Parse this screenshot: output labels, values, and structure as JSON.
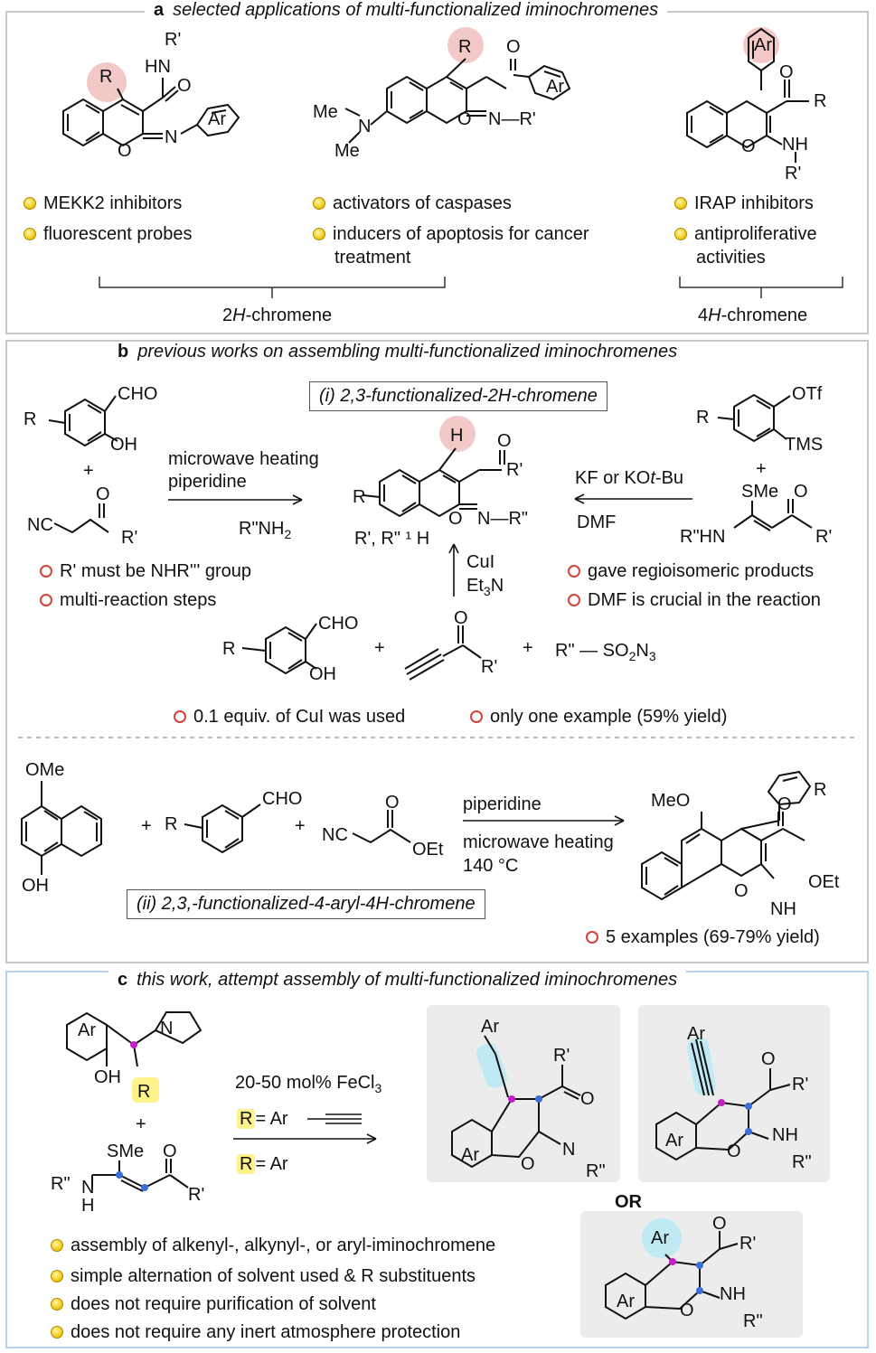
{
  "panel_a": {
    "letter": "a",
    "title": "selected applications of multi-functionalized iminochromenes",
    "col1": [
      "MEKK2 inhibitors",
      "fluorescent probes"
    ],
    "col2": [
      "activators of caspases",
      "inducers of apoptosis for cancer",
      "treatment"
    ],
    "col3": [
      "IRAP inhibitors",
      "antiproliferative",
      "activities"
    ],
    "bracket_left_prefix": "2",
    "bracket_left_italic": "H",
    "bracket_left_suffix": "-chromene",
    "bracket_right_prefix": "4",
    "bracket_right_italic": "H",
    "bracket_right_suffix": "-chromene"
  },
  "panel_b": {
    "letter": "b",
    "title": "previous works on assembling multi-functionalized iminochromenes",
    "box1": "(i) 2,3-functionalized-2H-chromene",
    "cond_left_1": "microwave heating",
    "cond_left_2": "piperidine",
    "cond_left_3": "R\"NH",
    "cond_left_3_sub": "2",
    "cond_right_1_pre": "KF or KO",
    "cond_right_1_it": "t",
    "cond_right_1_post": "-Bu",
    "cond_right_2": "DMF",
    "cond_mid_1": "CuI",
    "cond_mid_2": "Et",
    "cond_mid_2_sub": "3",
    "cond_mid_2_post": "N",
    "product_note": "R', R\" ¹ H",
    "left_notes": [
      "R' must be NHR''' group",
      "multi-reaction steps"
    ],
    "right_notes": [
      "gave regioisomeric products",
      "DMF is crucial in the reaction"
    ],
    "bottom_notes": [
      "0.1 equiv. of CuI was used",
      "only one example (59% yield)"
    ],
    "azide_pre": "R\"",
    "azide": "SO",
    "azide_sub1": "2",
    "azide_n": "N",
    "azide_sub2": "3",
    "box2": "(ii) 2,3,-functionalized-4-aryl-4H-chromene",
    "cond2_1": "piperidine",
    "cond2_2": "microwave heating",
    "cond2_3": "140 °C",
    "note2": "5 examples (69-79% yield)"
  },
  "panel_c": {
    "letter": "c",
    "title": "this work, attempt assembly of multi-functionalized iminochromenes",
    "cond": "20-50 mol% FeCl",
    "cond_sub": "3",
    "r_eq_1": "= Ar",
    "r_eq_2": "= Ar",
    "or_label": "OR",
    "notes": [
      "assembly of alkenyl-, alkynyl-, or aryl-iminochromene",
      "simple alternation of solvent used & R substituents",
      "does not require purification of solvent",
      "does not require any inert atmosphere protection"
    ]
  },
  "labels": {
    "R": "R",
    "R1": "R'",
    "R2": "R\"",
    "Ar": "Ar",
    "O": "O",
    "N": "N",
    "H": "H",
    "NH": "NH",
    "HN": "HN",
    "Me": "Me",
    "OH": "OH",
    "CHO": "CHO",
    "OTf": "OTf",
    "TMS": "TMS",
    "SMe": "SMe",
    "NC": "NC",
    "OEt": "OEt",
    "OMe": "OMe",
    "MeO": "MeO",
    "NH2": "NH",
    "R2HN": "R\"HN",
    "N_R2": "N—R\"",
    "N_R1": "N—R'",
    "plus": "+"
  },
  "colors": {
    "highlight_red": "#f2c9c6",
    "highlight_cyan": "#bfeaf3",
    "highlight_yellow": "#fff28a",
    "magenta_dot": "#c41fc4",
    "blue_dot": "#3d6fd8"
  }
}
